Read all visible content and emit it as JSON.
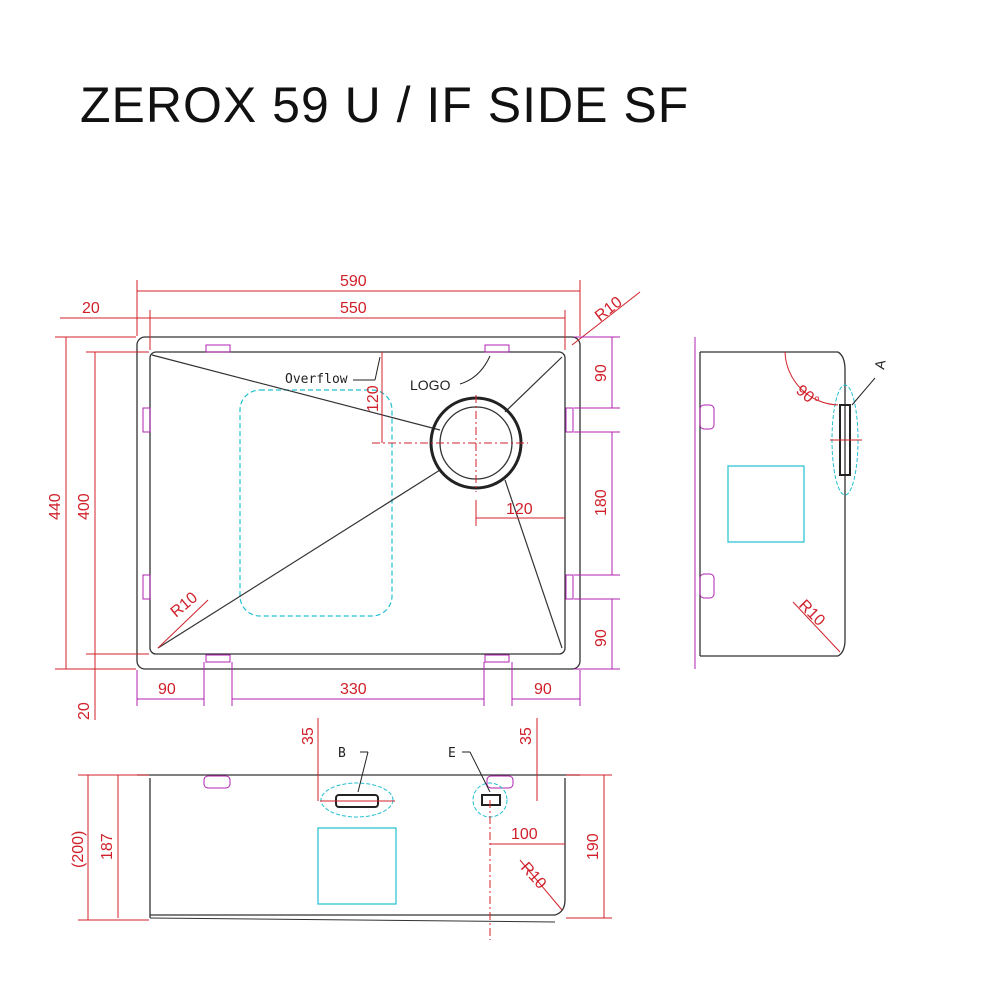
{
  "title": "ZEROX 59 U / IF SIDE SF",
  "top_view": {
    "dim_overall_width": "590",
    "dim_inner_width": "550",
    "dim_flange_left": "20",
    "dim_overall_depth": "440",
    "dim_inner_depth": "400",
    "dim_flange_bottom": "20",
    "dim_radius_corner": "R10",
    "dim_radius_inner": "R10",
    "dim_overflow_offset": "120",
    "dim_drain_offset": "120",
    "dim_clip_left": "90",
    "dim_clip_mid": "330",
    "dim_clip_right": "90",
    "dim_side_top": "90",
    "dim_side_mid": "180",
    "dim_side_bottom": "90",
    "label_overflow": "Overflow",
    "label_logo": "LOGO"
  },
  "side_view": {
    "angle": "90°",
    "detail_label": "A",
    "radius": "R10"
  },
  "front_view": {
    "dim_overall_height": "(200)",
    "dim_inner_height": "187",
    "dim_right_height": "190",
    "dim_b_offset": "35",
    "dim_e_offset": "35",
    "dim_e_horizontal": "100",
    "dim_radius": "R10",
    "label_b": "B",
    "label_e": "E"
  },
  "colors": {
    "outline": "#333333",
    "dimension": "#d0202a",
    "dimension_alt": "#b020b0",
    "hidden": "#20c0d0"
  }
}
